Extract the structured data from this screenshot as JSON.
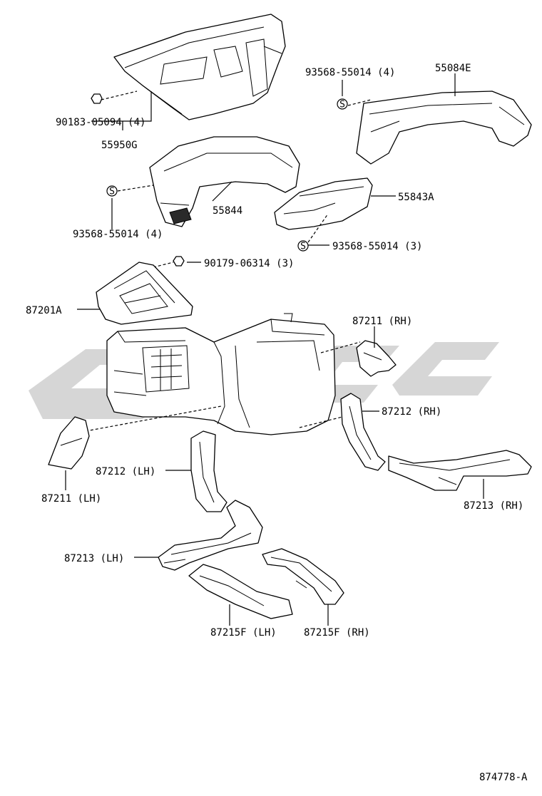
{
  "diagram": {
    "labels": {
      "bolt_90183": "90183-05094 (4)",
      "duct_55950G": "55950G",
      "screw_top_right": "93568-55014 (4)",
      "duct_55084E": "55084E",
      "duct_55844": "55844",
      "screw_left": "93568-55014 (4)",
      "duct_55843A": "55843A",
      "screw_mid": "93568-55014 (3)",
      "nut_90179": "90179-06314 (3)",
      "cover_87201A": "87201A",
      "duct_87211_rh": "87211 (RH)",
      "duct_87212_rh": "87212 (RH)",
      "duct_87211_lh": "87211 (LH)",
      "duct_87212_lh": "87212 (LH)",
      "duct_87213_rh": "87213 (RH)",
      "duct_87213_lh": "87213 (LH)",
      "duct_87215f_lh": "87215F (LH)",
      "duct_87215f_rh": "87215F (RH)"
    },
    "screw_symbol": "S",
    "drawing_number": "874778-A"
  }
}
